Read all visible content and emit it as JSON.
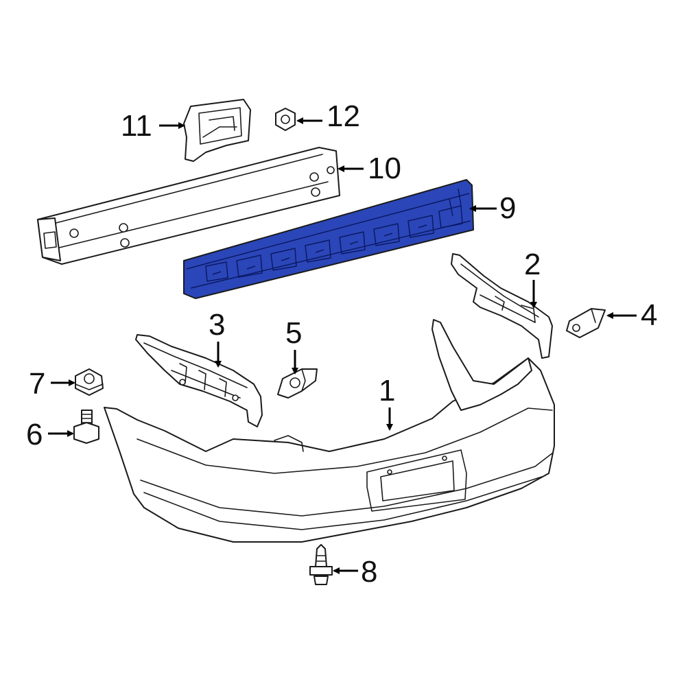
{
  "colors": {
    "highlight": "#2b46b8",
    "highlight_detail": "#0b1a66",
    "outline": "#1a1a1a",
    "background": "#ffffff"
  },
  "highlighted_part": "9",
  "callouts": [
    {
      "id": "c1",
      "label": "1"
    },
    {
      "id": "c2",
      "label": "2"
    },
    {
      "id": "c3",
      "label": "3"
    },
    {
      "id": "c4",
      "label": "4"
    },
    {
      "id": "c5",
      "label": "5"
    },
    {
      "id": "c6",
      "label": "6"
    },
    {
      "id": "c7",
      "label": "7"
    },
    {
      "id": "c8",
      "label": "8"
    },
    {
      "id": "c9",
      "label": "9"
    },
    {
      "id": "c10",
      "label": "10"
    },
    {
      "id": "c11",
      "label": "11"
    },
    {
      "id": "c12",
      "label": "12"
    }
  ]
}
